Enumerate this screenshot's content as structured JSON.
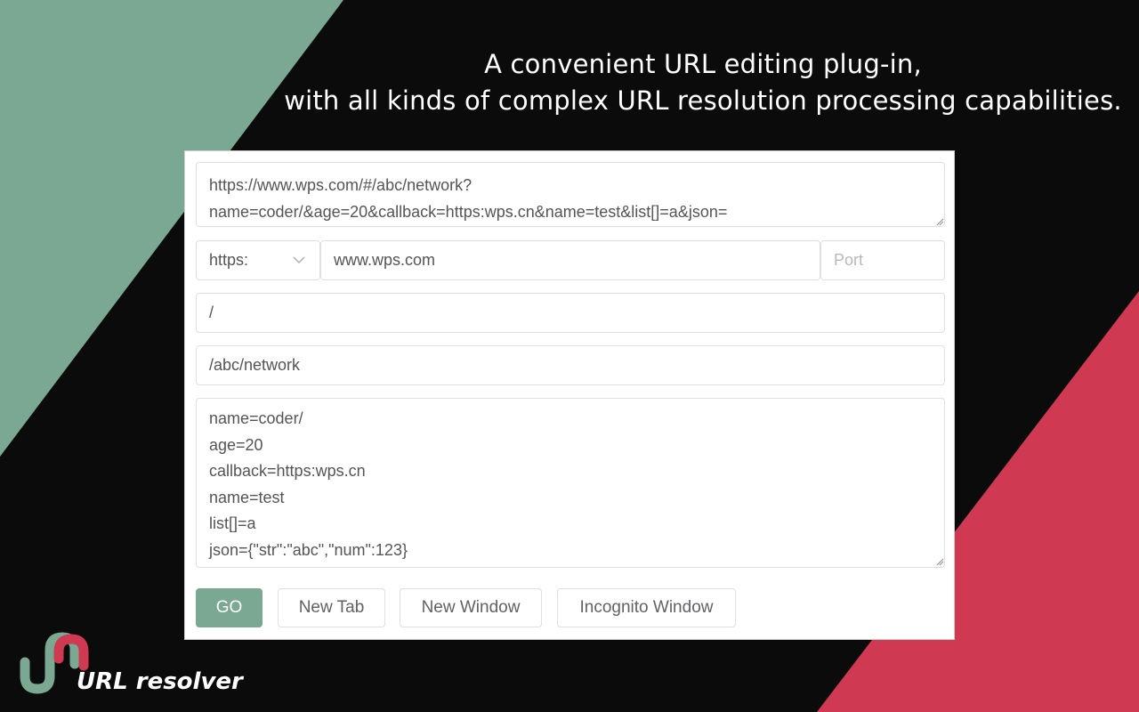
{
  "colors": {
    "background": "#0b0b0b",
    "sage": "#7aa892",
    "crimson": "#cf3a52",
    "text_white": "#ffffff"
  },
  "headline": {
    "line1": "A convenient URL editing plug-in,",
    "line2": "with all kinds of complex URL resolution processing capabilities."
  },
  "editor": {
    "url_value": "https://www.wps.com/#/abc/network?\nname=coder/&age=20&callback=https:wps.cn&name=test&list[]=a&json=",
    "protocol_selected": "https:",
    "protocol_icon": "chevron-down-icon",
    "host_value": "www.wps.com",
    "port_placeholder": "Port",
    "path_value": "/",
    "hash_value": "/abc/network",
    "query_lines": [
      "name=coder/",
      "age=20",
      "callback=https:wps.cn",
      "name=test",
      "list[]=a",
      "json={\"str\":\"abc\",\"num\":123}"
    ]
  },
  "buttons": {
    "go": "GO",
    "new_tab": "New Tab",
    "new_window": "New Window",
    "incognito_window": "Incognito Window"
  },
  "brand": {
    "logo_icon": "url-resolver-logo-icon",
    "name": "URL resolver"
  }
}
